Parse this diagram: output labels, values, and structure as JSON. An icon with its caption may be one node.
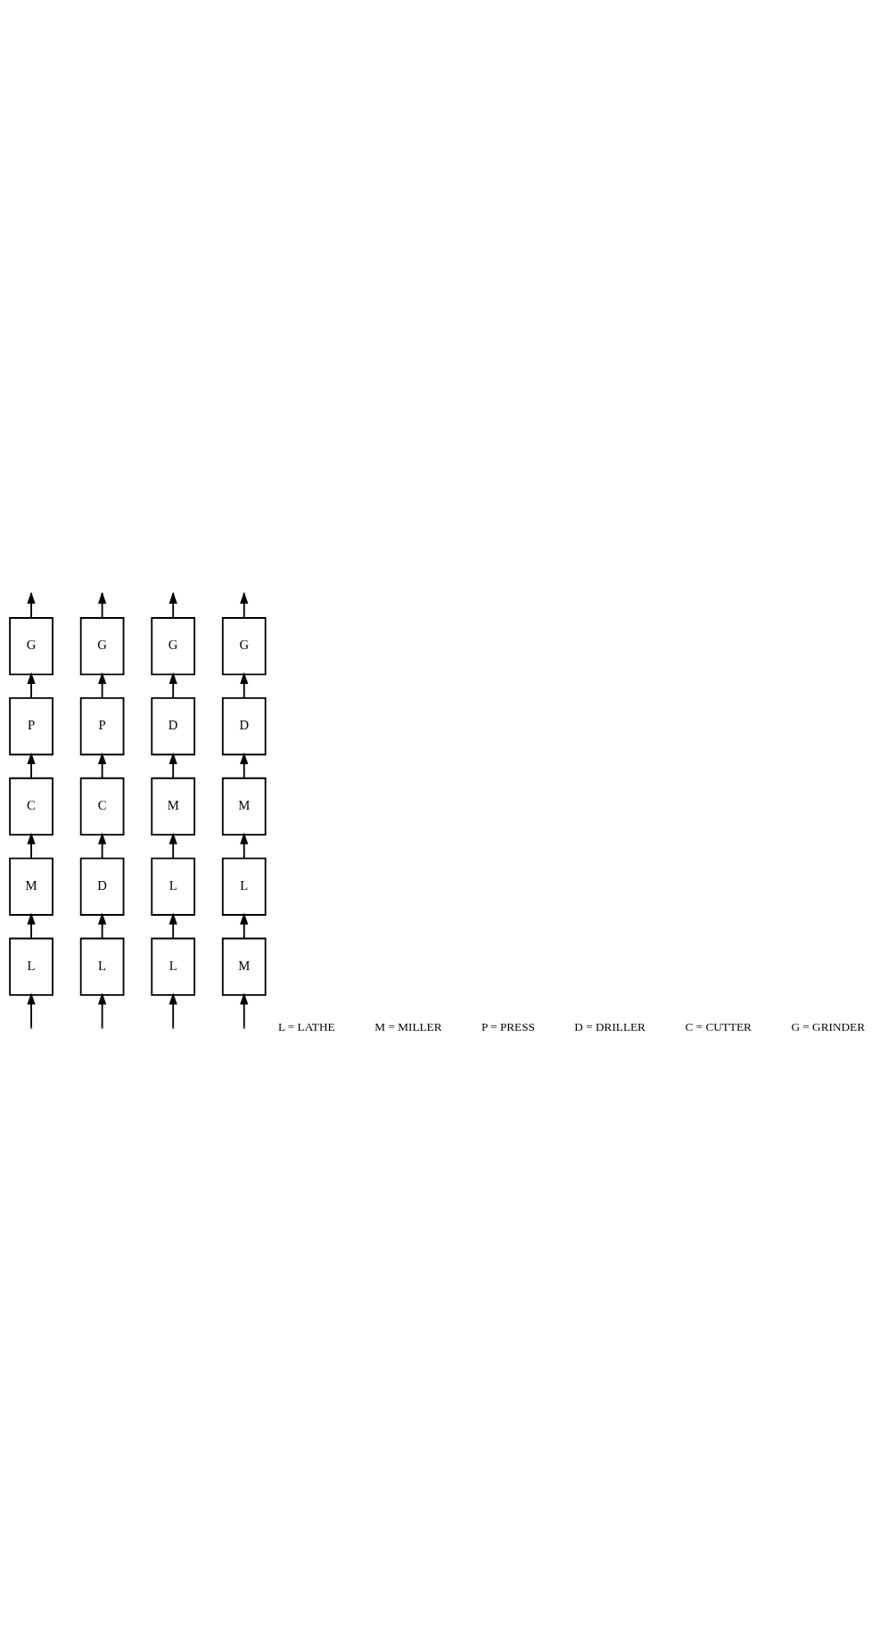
{
  "diagram": {
    "nodes": [
      {
        "text": [
          "L"
        ]
      },
      {
        "text": [
          "M"
        ]
      },
      {
        "text": [
          "C"
        ]
      },
      {
        "text": [
          "P"
        ]
      },
      {
        "text": [
          "G"
        ]
      },
      {
        "text": [
          "L"
        ]
      },
      {
        "text": [
          "D"
        ]
      },
      {
        "text": [
          "C"
        ]
      },
      {
        "text": [
          "P"
        ]
      },
      {
        "text": [
          "G"
        ]
      },
      {
        "text": [
          "L"
        ]
      },
      {
        "text": [
          "L"
        ]
      },
      {
        "text": [
          "M"
        ]
      },
      {
        "text": [
          "D"
        ]
      },
      {
        "text": [
          "G"
        ]
      },
      {
        "text": [
          "M"
        ]
      },
      {
        "text": [
          "L"
        ]
      },
      {
        "text": [
          "M"
        ]
      },
      {
        "text": [
          "D"
        ]
      },
      {
        "text": [
          "G"
        ]
      }
    ],
    "edges": [
      {
        "from": null,
        "to": 0,
        "arrow": "to"
      },
      {
        "from": 0,
        "to": 1,
        "arrow": "to"
      },
      {
        "from": 1,
        "to": 2,
        "arrow": "to"
      },
      {
        "from": 2,
        "to": 3,
        "arrow": "to"
      },
      {
        "from": 3,
        "to": 4,
        "arrow": "to"
      },
      {
        "from": 4,
        "to": null,
        "arrow": "to"
      },
      {
        "from": null,
        "to": 5,
        "arrow": "to"
      },
      {
        "from": 5,
        "to": 6,
        "arrow": "to"
      },
      {
        "from": 6,
        "to": 7,
        "arrow": "to"
      },
      {
        "from": 7,
        "to": 8,
        "arrow": "to"
      },
      {
        "from": 8,
        "to": 9,
        "arrow": "to"
      },
      {
        "from": 9,
        "to": null,
        "arrow": "to"
      },
      {
        "from": null,
        "to": 10,
        "arrow": "to"
      },
      {
        "from": 10,
        "to": 11,
        "arrow": "to"
      },
      {
        "from": 11,
        "to": 12,
        "arrow": "to"
      },
      {
        "from": 12,
        "to": 13,
        "arrow": "to"
      },
      {
        "from": 13,
        "to": 14,
        "arrow": "to"
      },
      {
        "from": 14,
        "to": null,
        "arrow": "to"
      },
      {
        "from": null,
        "to": 15,
        "arrow": "to"
      },
      {
        "from": 15,
        "to": 16,
        "arrow": "to"
      },
      {
        "from": 16,
        "to": 17,
        "arrow": "to"
      },
      {
        "from": 17,
        "to": 18,
        "arrow": "to"
      },
      {
        "from": 18,
        "to": 19,
        "arrow": "to"
      },
      {
        "from": 19,
        "to": null,
        "arrow": "to"
      }
    ],
    "labels": [
      "L = LATHE",
      "M = MILLER",
      "P = PRESS",
      "D = DRILLER",
      "C = CUTTER",
      "G = GRINDER"
    ]
  }
}
